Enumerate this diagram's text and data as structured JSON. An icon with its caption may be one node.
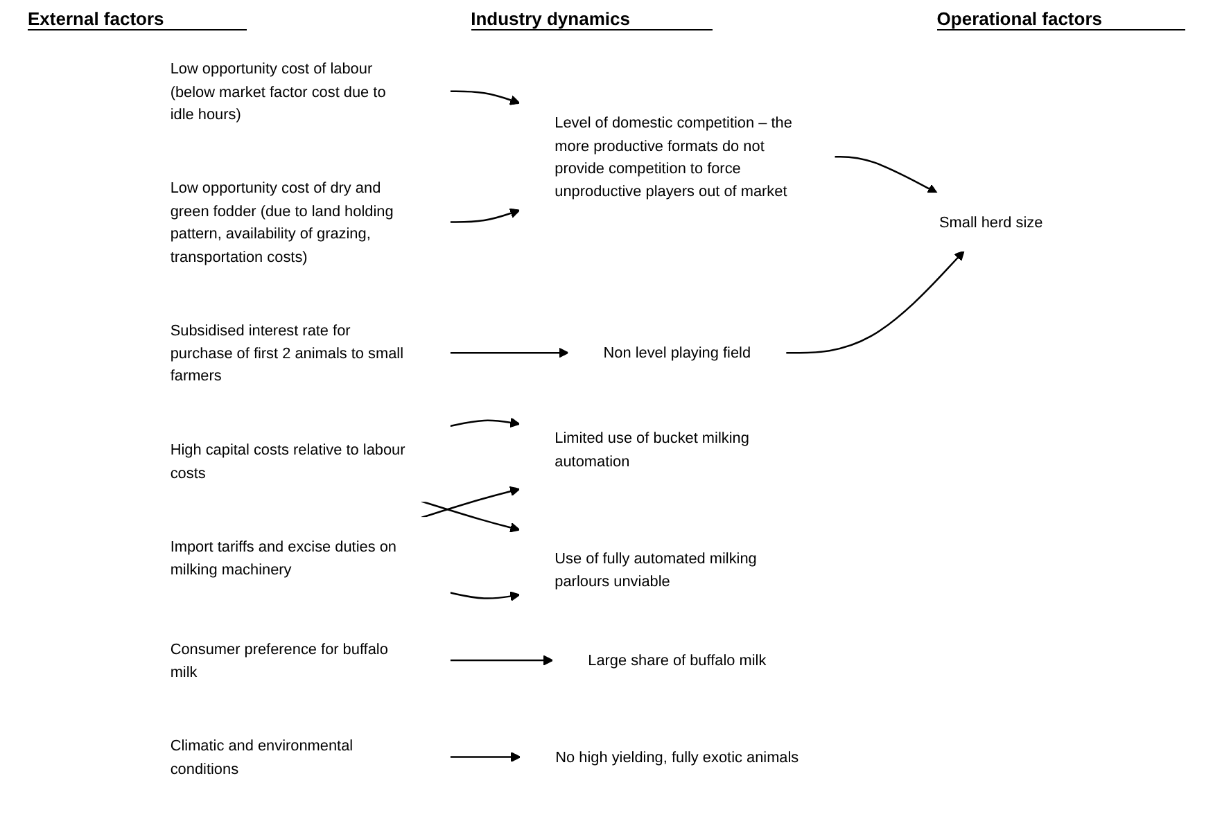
{
  "diagram": {
    "nodes": [
      {
        "text": [
          "Low opportunity cost of labour (below market factor cost due to idle hours)"
        ]
      },
      {
        "text": [
          "Low opportunity cost of dry and green fodder (due to land holding pattern, availability of grazing, transportation costs)"
        ]
      },
      {
        "text": [
          "Level of domestic competition – the more productive formats do not provide competition to force unproductive players out of market"
        ]
      },
      {
        "text": [
          "Small herd size"
        ]
      },
      {
        "text": [
          "Subsidised interest rate for purchase of first 2 animals to small farmers"
        ]
      },
      {
        "text": [
          "Non level playing field"
        ]
      },
      {
        "text": [
          "High capital costs relative to labour costs"
        ]
      },
      {
        "text": [
          "Import tariffs and excise duties on milking machinery"
        ]
      },
      {
        "text": [
          "Limited use of bucket milking automation"
        ]
      },
      {
        "text": [
          "Use of fully automated milking parlours unviable"
        ]
      },
      {
        "text": [
          "Consumer preference for buffalo milk"
        ]
      },
      {
        "text": [
          "Large share of buffalo milk"
        ]
      },
      {
        "text": [
          "Climatic and environmental conditions"
        ]
      },
      {
        "text": [
          "No high yielding, fully exotic animals"
        ]
      }
    ],
    "edges": [
      {
        "from": 0,
        "to": 2,
        "arrow": "to"
      },
      {
        "from": 1,
        "to": 2,
        "arrow": "to"
      },
      {
        "from": 2,
        "to": 3,
        "arrow": "to"
      },
      {
        "from": 5,
        "to": 3,
        "arrow": "to"
      },
      {
        "from": 4,
        "to": 5,
        "arrow": "to"
      },
      {
        "from": 6,
        "to": 8,
        "arrow": "to"
      },
      {
        "from": 6,
        "to": 9,
        "arrow": "to"
      },
      {
        "from": 7,
        "to": 8,
        "arrow": "to"
      },
      {
        "from": 7,
        "to": 9,
        "arrow": "to"
      },
      {
        "from": 10,
        "to": 11,
        "arrow": "to"
      },
      {
        "from": 12,
        "to": 13,
        "arrow": "to"
      }
    ],
    "labels": [
      "External factors",
      "Industry dynamics",
      "Operational factors"
    ]
  }
}
